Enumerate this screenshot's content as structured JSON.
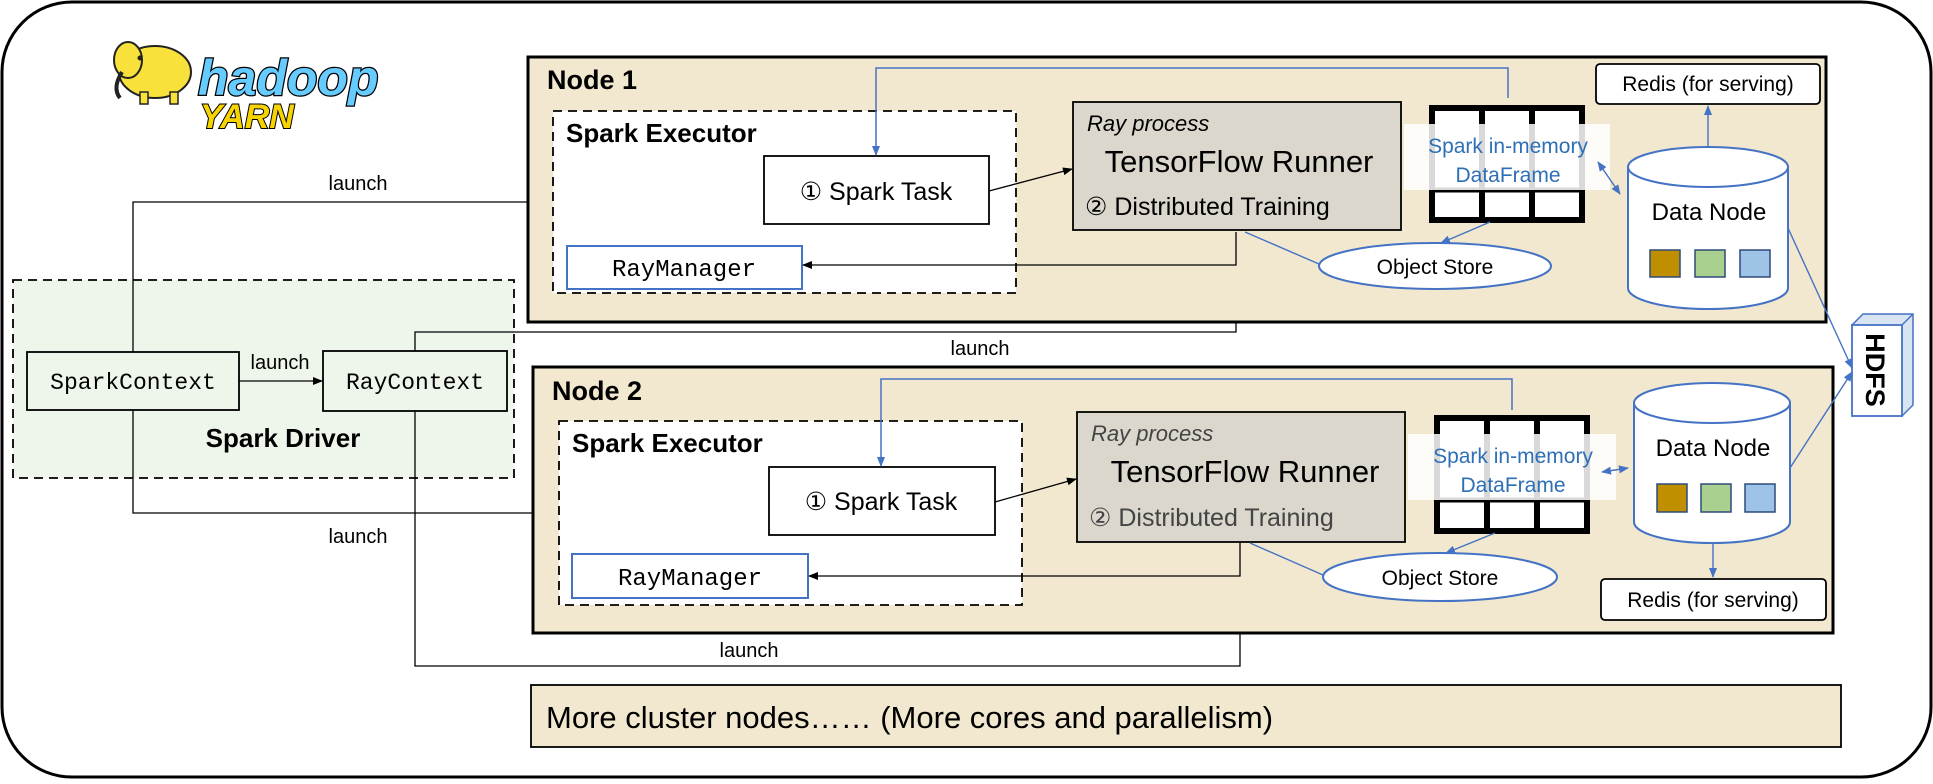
{
  "logo": {
    "hadoop": "hadoop",
    "yarn": "YARN"
  },
  "driver": {
    "title": "Spark Driver",
    "spark_context": "SparkContext",
    "ray_context": "RayContext",
    "launch_between": "launch"
  },
  "edges": {
    "launch_node1": "launch",
    "launch_node2": "launch",
    "launch_ray_node1": "launch",
    "launch_ray_node2": "launch"
  },
  "nodes": [
    {
      "title": "Node 1",
      "executor_title": "Spark Executor",
      "spark_task": "① Spark Task",
      "ray_manager": "RayManager",
      "ray_process": "Ray process",
      "tf_runner": "TensorFlow Runner",
      "distributed_training": "② Distributed Training",
      "dataframe_line1": "Spark in-memory",
      "dataframe_line2": "DataFrame",
      "object_store": "Object Store",
      "data_node": "Data Node",
      "redis": "Redis (for serving)"
    },
    {
      "title": "Node 2",
      "executor_title": "Spark Executor",
      "spark_task": "① Spark Task",
      "ray_manager": "RayManager",
      "ray_process": "Ray process",
      "tf_runner": "TensorFlow Runner",
      "distributed_training": "② Distributed Training",
      "dataframe_line1": "Spark in-memory",
      "dataframe_line2": "DataFrame",
      "object_store": "Object Store",
      "data_node": "Data Node",
      "redis": "Redis (for serving)"
    }
  ],
  "hdfs": "HDFS",
  "more_nodes": "More cluster nodes…… (More cores and parallelism)",
  "colors": {
    "node_bg": "#f2e8cf",
    "driver_bg": "#eef6ec",
    "runner_bg": "#dbd7cc",
    "blue": "#4472c4",
    "text_blue": "#2e6fb5",
    "block_gold": "#bf8f00",
    "block_green": "#a9d08e",
    "block_blue": "#9dc3e6"
  }
}
